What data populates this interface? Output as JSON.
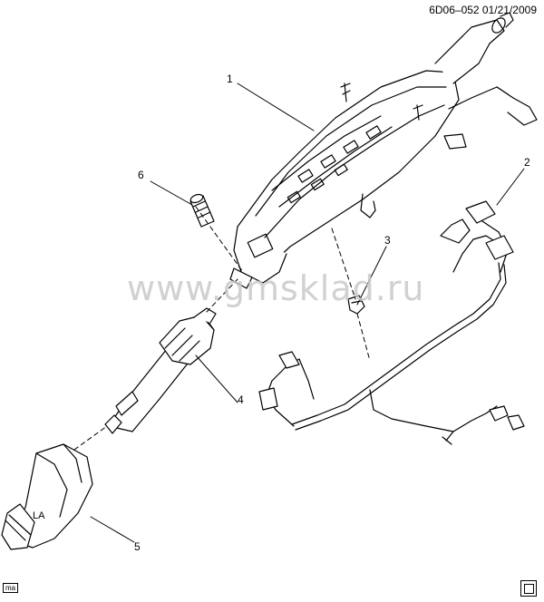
{
  "header": {
    "code": "6D06–052  01/21/2009"
  },
  "callouts": [
    {
      "id": "1",
      "label": "1"
    },
    {
      "id": "2",
      "label": "2"
    },
    {
      "id": "3",
      "label": "3"
    },
    {
      "id": "4",
      "label": "4"
    },
    {
      "id": "5",
      "label": "5"
    },
    {
      "id": "6",
      "label": "6"
    }
  ],
  "part_marking": "LA",
  "watermark": "www.gmsklad.ru",
  "footer": {
    "left_tag": "ma"
  },
  "colors": {
    "ink": "#000000",
    "watermark": "#c9c9c9",
    "paper": "#ffffff"
  }
}
